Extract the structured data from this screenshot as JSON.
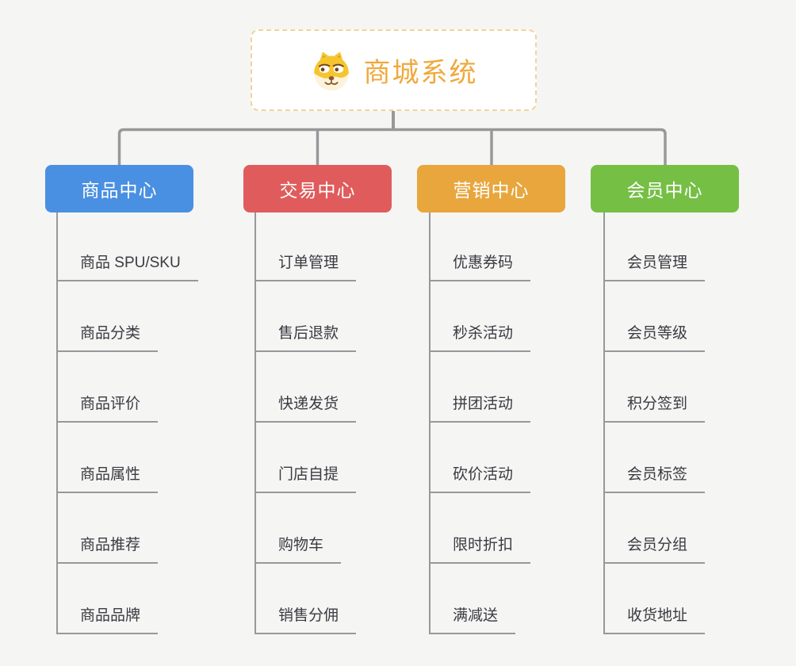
{
  "root": {
    "title": "商城系统",
    "title_color": "#efa93c",
    "border_color": "#f2d29b",
    "icon": "doge-icon"
  },
  "connector_color": "#98989a",
  "leaf_text_color": "#3b3a41",
  "background_color": "#f5f5f4",
  "branches": [
    {
      "label": "商品中心",
      "color": "#4a90e2",
      "items": [
        "商品 SPU/SKU",
        "商品分类",
        "商品评价",
        "商品属性",
        "商品推荐",
        "商品品牌"
      ]
    },
    {
      "label": "交易中心",
      "color": "#e05c5c",
      "items": [
        "订单管理",
        "售后退款",
        "快递发货",
        "门店自提",
        "购物车",
        "销售分佣"
      ]
    },
    {
      "label": "营销中心",
      "color": "#e8a63d",
      "items": [
        "优惠券码",
        "秒杀活动",
        "拼团活动",
        "砍价活动",
        "限时折扣",
        "满减送"
      ]
    },
    {
      "label": "会员中心",
      "color": "#75bf45",
      "items": [
        "会员管理",
        "会员等级",
        "积分签到",
        "会员标签",
        "会员分组",
        "收货地址"
      ]
    }
  ]
}
